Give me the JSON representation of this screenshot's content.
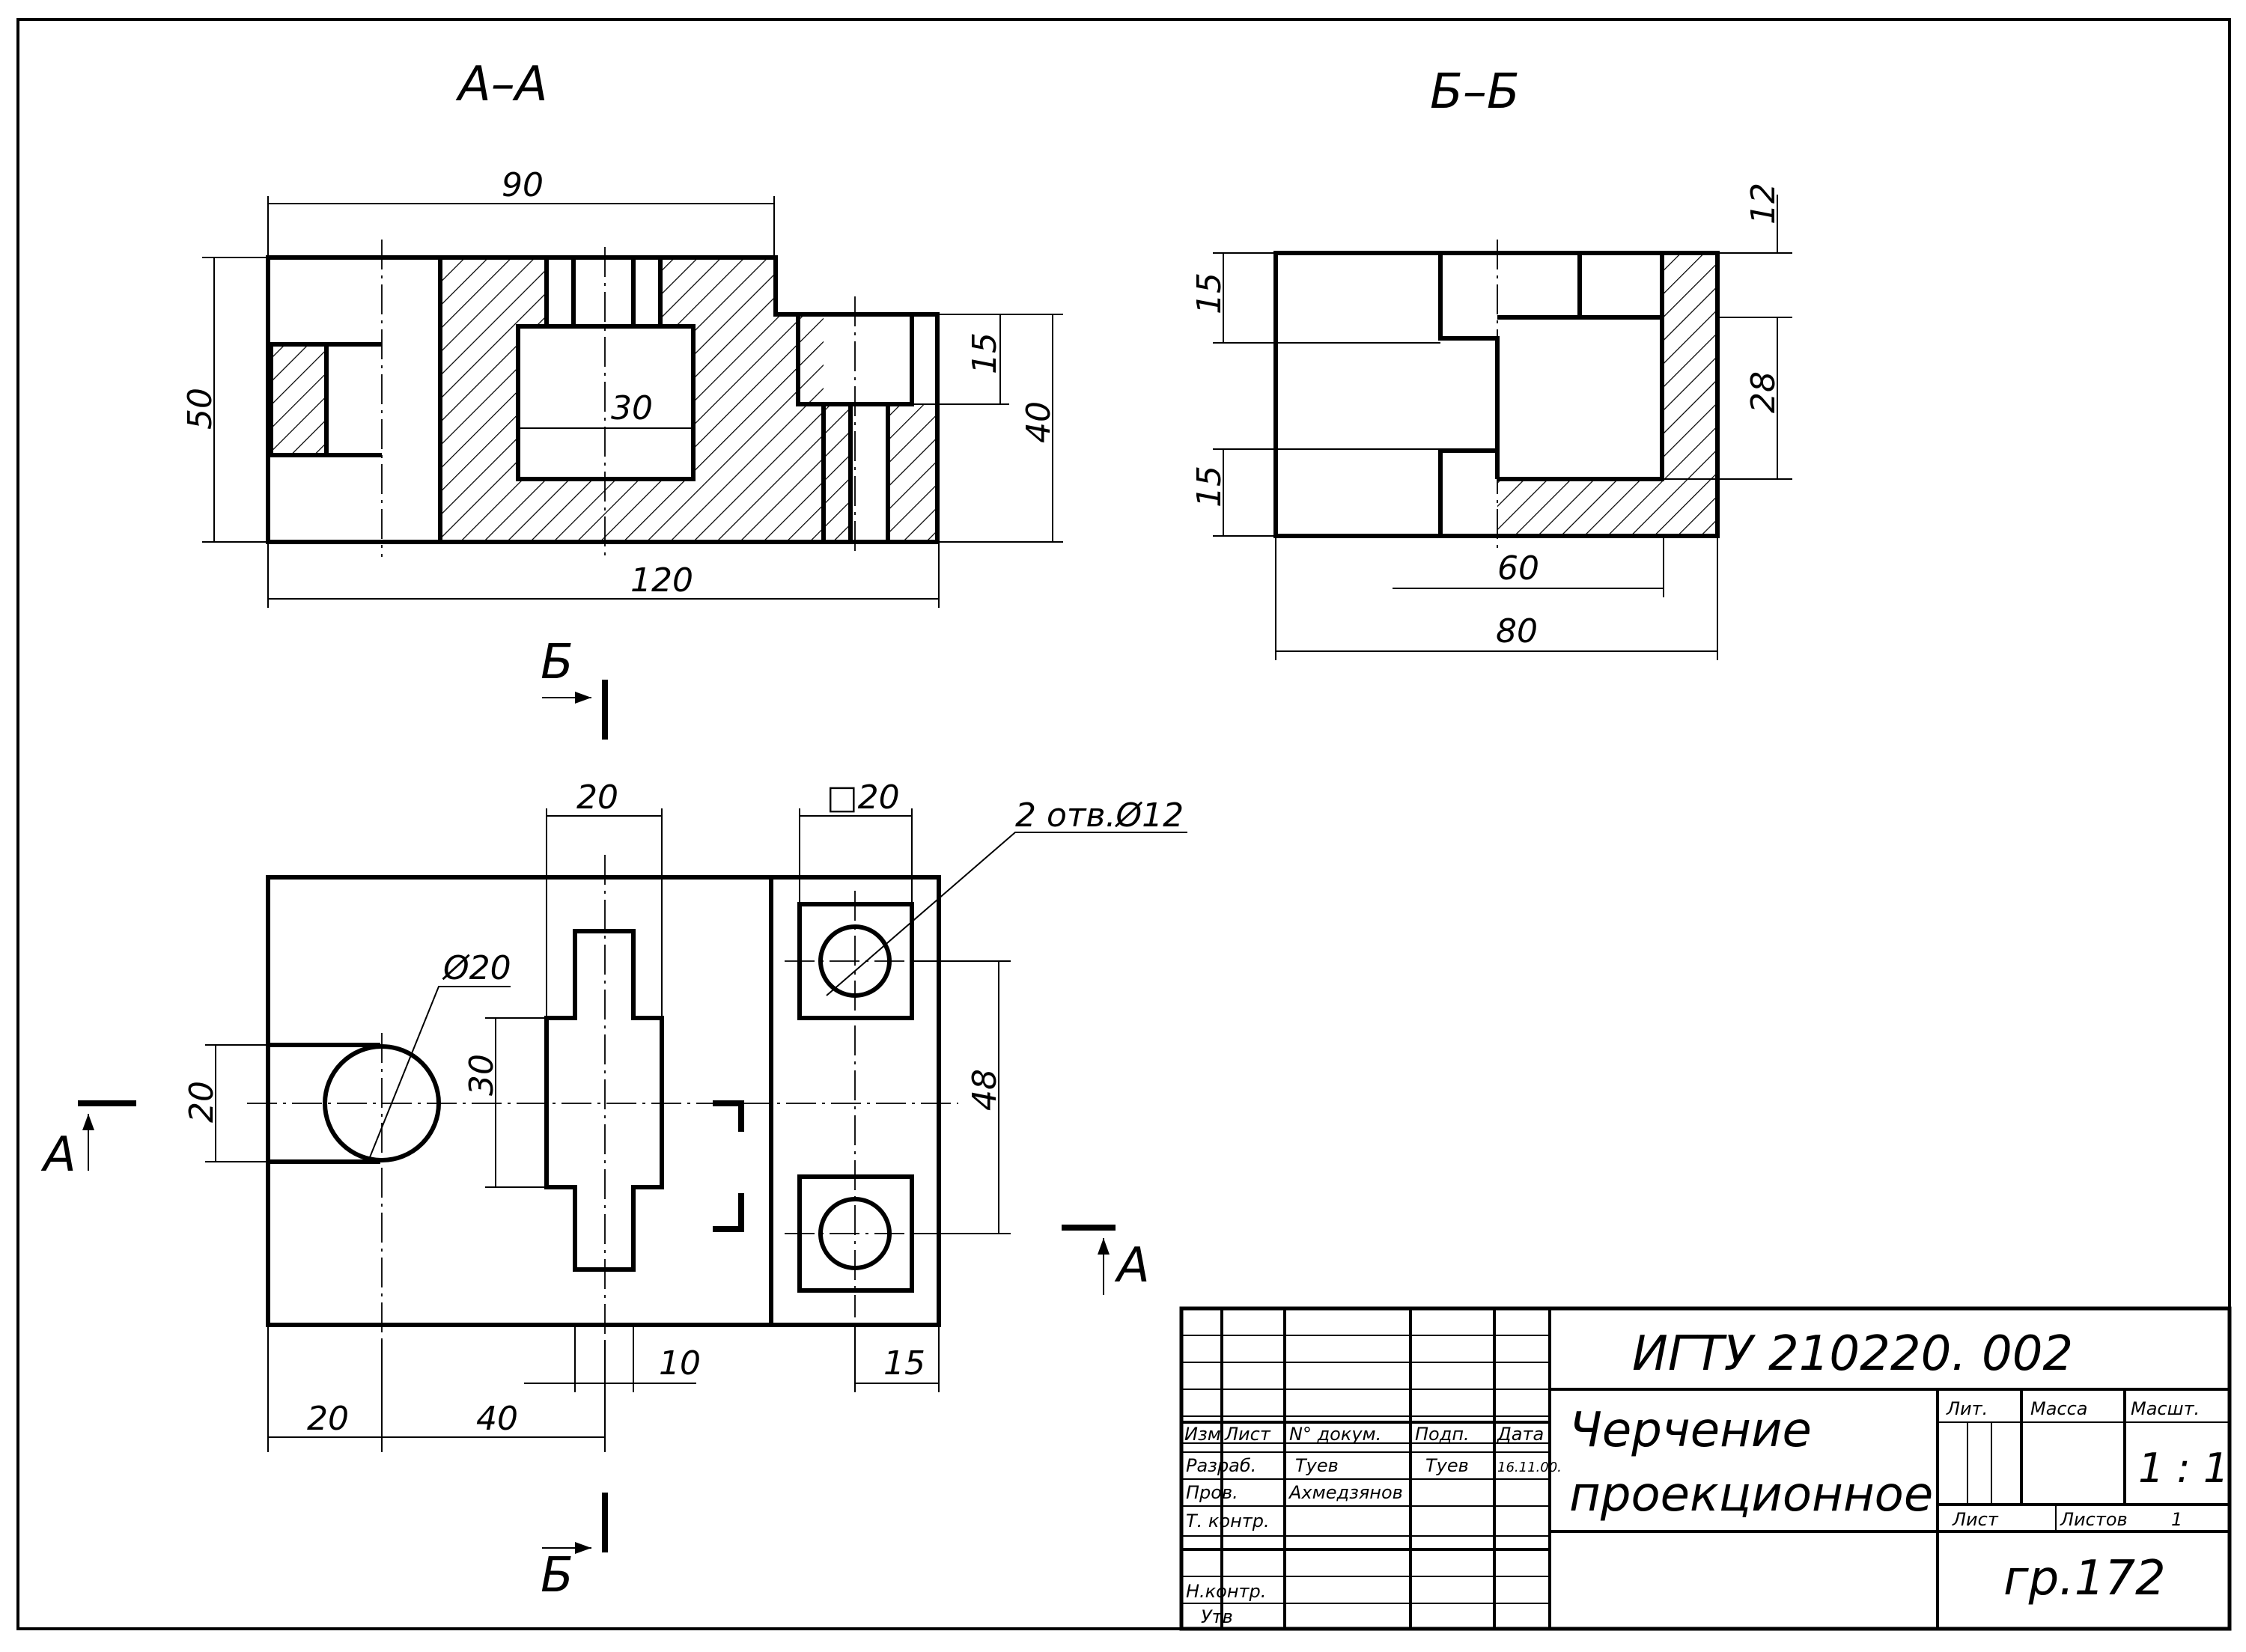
{
  "sections": {
    "aa_title": "А–А",
    "bb_title": "Б–Б",
    "cut_a_left": "А",
    "cut_a_right": "А",
    "cut_b_top": "Б",
    "cut_b_bottom": "Б"
  },
  "section_aa_dims": {
    "width_top": "90",
    "height": "50",
    "inner_width": "30",
    "step_height": "15",
    "right_height": "40",
    "total_length": "120"
  },
  "section_bb_dims": {
    "top_height": "15",
    "bottom_height": "15",
    "right_top": "12",
    "right_mid": "28",
    "inner_length": "60",
    "total_length": "80"
  },
  "plan_dims": {
    "slot_width": "20",
    "square": "□20",
    "holes_note": "2 отв.Ø12",
    "circle_dia": "Ø20",
    "slot_height": "30",
    "left_height": "20",
    "holes_spacing": "48",
    "slot_narrow": "10",
    "right_offset": "15",
    "left_offset": "20",
    "center_offset": "40"
  },
  "title_block": {
    "doc_code": "ИГТУ 210220. 002",
    "title_line1": "Черчение",
    "title_line2": "проекционное",
    "col_izm": "Изм",
    "col_list": "Лист",
    "col_doc": "N° докум.",
    "col_sign": "Подп.",
    "col_date": "Дата",
    "row_razrab": "Разраб.",
    "row_prov": "Пров.",
    "row_tkontr": "Т. контр.",
    "row_nkontr": "Н.контр.",
    "row_utv": "Утв",
    "name_razrab": "Туев",
    "name_prov": "Ахмедзянов",
    "sign_razrab": "Туев",
    "date_razrab": "16.11.00.",
    "lit_label": "Лит.",
    "mass_label": "Масса",
    "scale_label": "Масшт.",
    "scale_value": "1 : 1",
    "sheet_label": "Лист",
    "sheets_label": "Листов",
    "sheets_value": "1",
    "group": "гр.172"
  }
}
